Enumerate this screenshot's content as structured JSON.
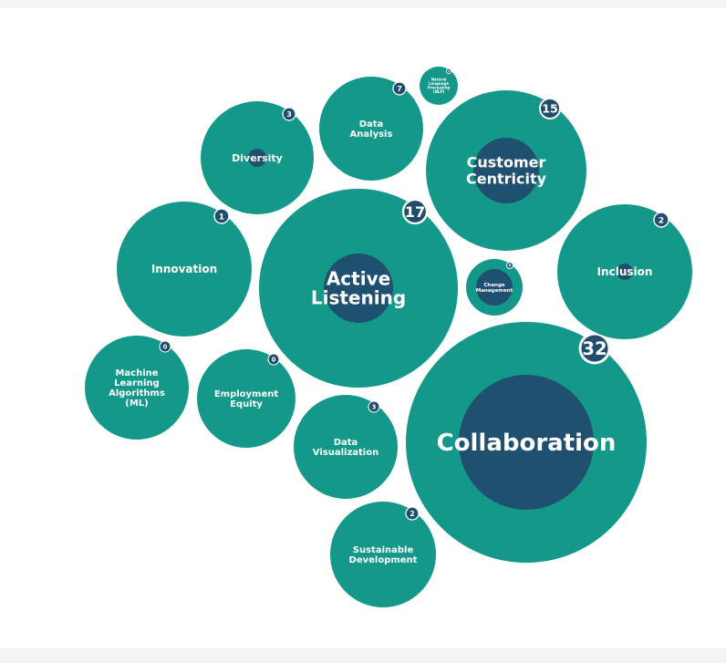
{
  "colors": {
    "bubble_outer": "#13988a",
    "bubble_inner": "#1f5070",
    "badge_fill": "#1f4d6b",
    "badge_stroke": "#ffffff",
    "label": "#ffffff"
  },
  "chart_data": {
    "type": "bubble",
    "series": [
      {
        "label": "Collaboration",
        "value": 32
      },
      {
        "label": "Active Listening",
        "value": 17
      },
      {
        "label": "Customer Centricity",
        "value": 15
      },
      {
        "label": "Data Analysis",
        "value": 7
      },
      {
        "label": "Diversity",
        "value": 3
      },
      {
        "label": "Data Visualization",
        "value": 3
      },
      {
        "label": "Sustainable Development",
        "value": 2
      },
      {
        "label": "Inclusion",
        "value": 2
      },
      {
        "label": "Innovation",
        "value": 1
      },
      {
        "label": "Change Management",
        "value": 0
      },
      {
        "label": "Machine Learning Algorithms (ML)",
        "value": 0
      },
      {
        "label": "Employment Equity",
        "value": 0
      },
      {
        "label": "Natural Language Processing (NLP)",
        "value": 0
      }
    ]
  }
}
